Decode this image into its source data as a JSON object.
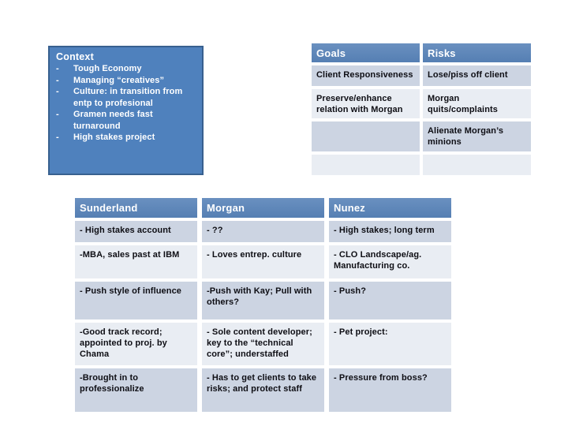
{
  "context_box": {
    "title": "Context",
    "bullet": "-",
    "items": [
      "Tough Economy",
      "Managing “creatives”",
      "Culture: in transition from entp to profesional",
      "Gramen needs fast turnaround",
      "High stakes project"
    ],
    "fill_color": "#4f81bd",
    "border_color": "#38608f",
    "text_color": "#ffffff"
  },
  "goals_risks_table": {
    "headers": [
      "Goals",
      "Risks"
    ],
    "rows": [
      [
        "Client Responsiveness",
        "Lose/piss off client"
      ],
      [
        "Preserve/enhance relation with Morgan",
        "Morgan quits/complaints"
      ],
      [
        "",
        "Alienate Morgan’s minions"
      ],
      [
        "",
        ""
      ]
    ]
  },
  "people_table": {
    "headers": [
      "Sunderland",
      "Morgan",
      "Nunez"
    ],
    "rows": [
      [
        "- High stakes account",
        "- ??",
        "- High stakes; long term"
      ],
      [
        "-MBA, sales past at IBM",
        "- Loves entrep. culture",
        "- CLO Landscape/ag. Manufacturing co."
      ],
      [
        "- Push style of influence",
        "-Push with Kay; Pull with others?",
        "- Push?"
      ],
      [
        "-Good track record; appointed to proj. by Chama",
        "- Sole content developer; key to the “technical core”; understaffed",
        "- Pet project:"
      ],
      [
        "-Brought in to professionalize",
        "- Has to get clients to take risks; and protect staff",
        "- Pressure from boss?"
      ]
    ]
  },
  "colors": {
    "table_header_fill": "#5b84b8",
    "band_dark": "#ccd4e2",
    "band_light": "#e9edf3",
    "slide_background": "#ffffff",
    "cell_text": "#0e0e14"
  }
}
